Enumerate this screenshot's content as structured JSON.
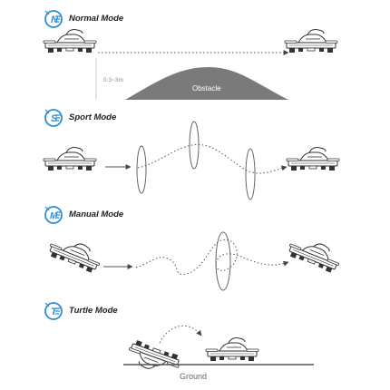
{
  "colors": {
    "badge_blue": "#2c8fd6",
    "drone_line": "#333333",
    "obstacle_fill": "#7a7a7a",
    "ground_line": "#555555",
    "loop_line": "#666666"
  },
  "modes": [
    {
      "badge_letter": "N",
      "title": "Normal Mode"
    },
    {
      "badge_letter": "S",
      "title": "Sport Mode"
    },
    {
      "badge_letter": "M",
      "title": "Manual Mode"
    },
    {
      "badge_letter": "T",
      "title": "Turtle Mode"
    }
  ],
  "normal": {
    "height_label": "0.3~3m",
    "obstacle_label": "Obstacle"
  },
  "turtle": {
    "ground_label": "Ground"
  },
  "icons": {
    "badge": "mode-badge-icon",
    "drone": "drone-icon",
    "arrow": "dotted-arrow-icon",
    "loop": "flight-loop-icon"
  }
}
